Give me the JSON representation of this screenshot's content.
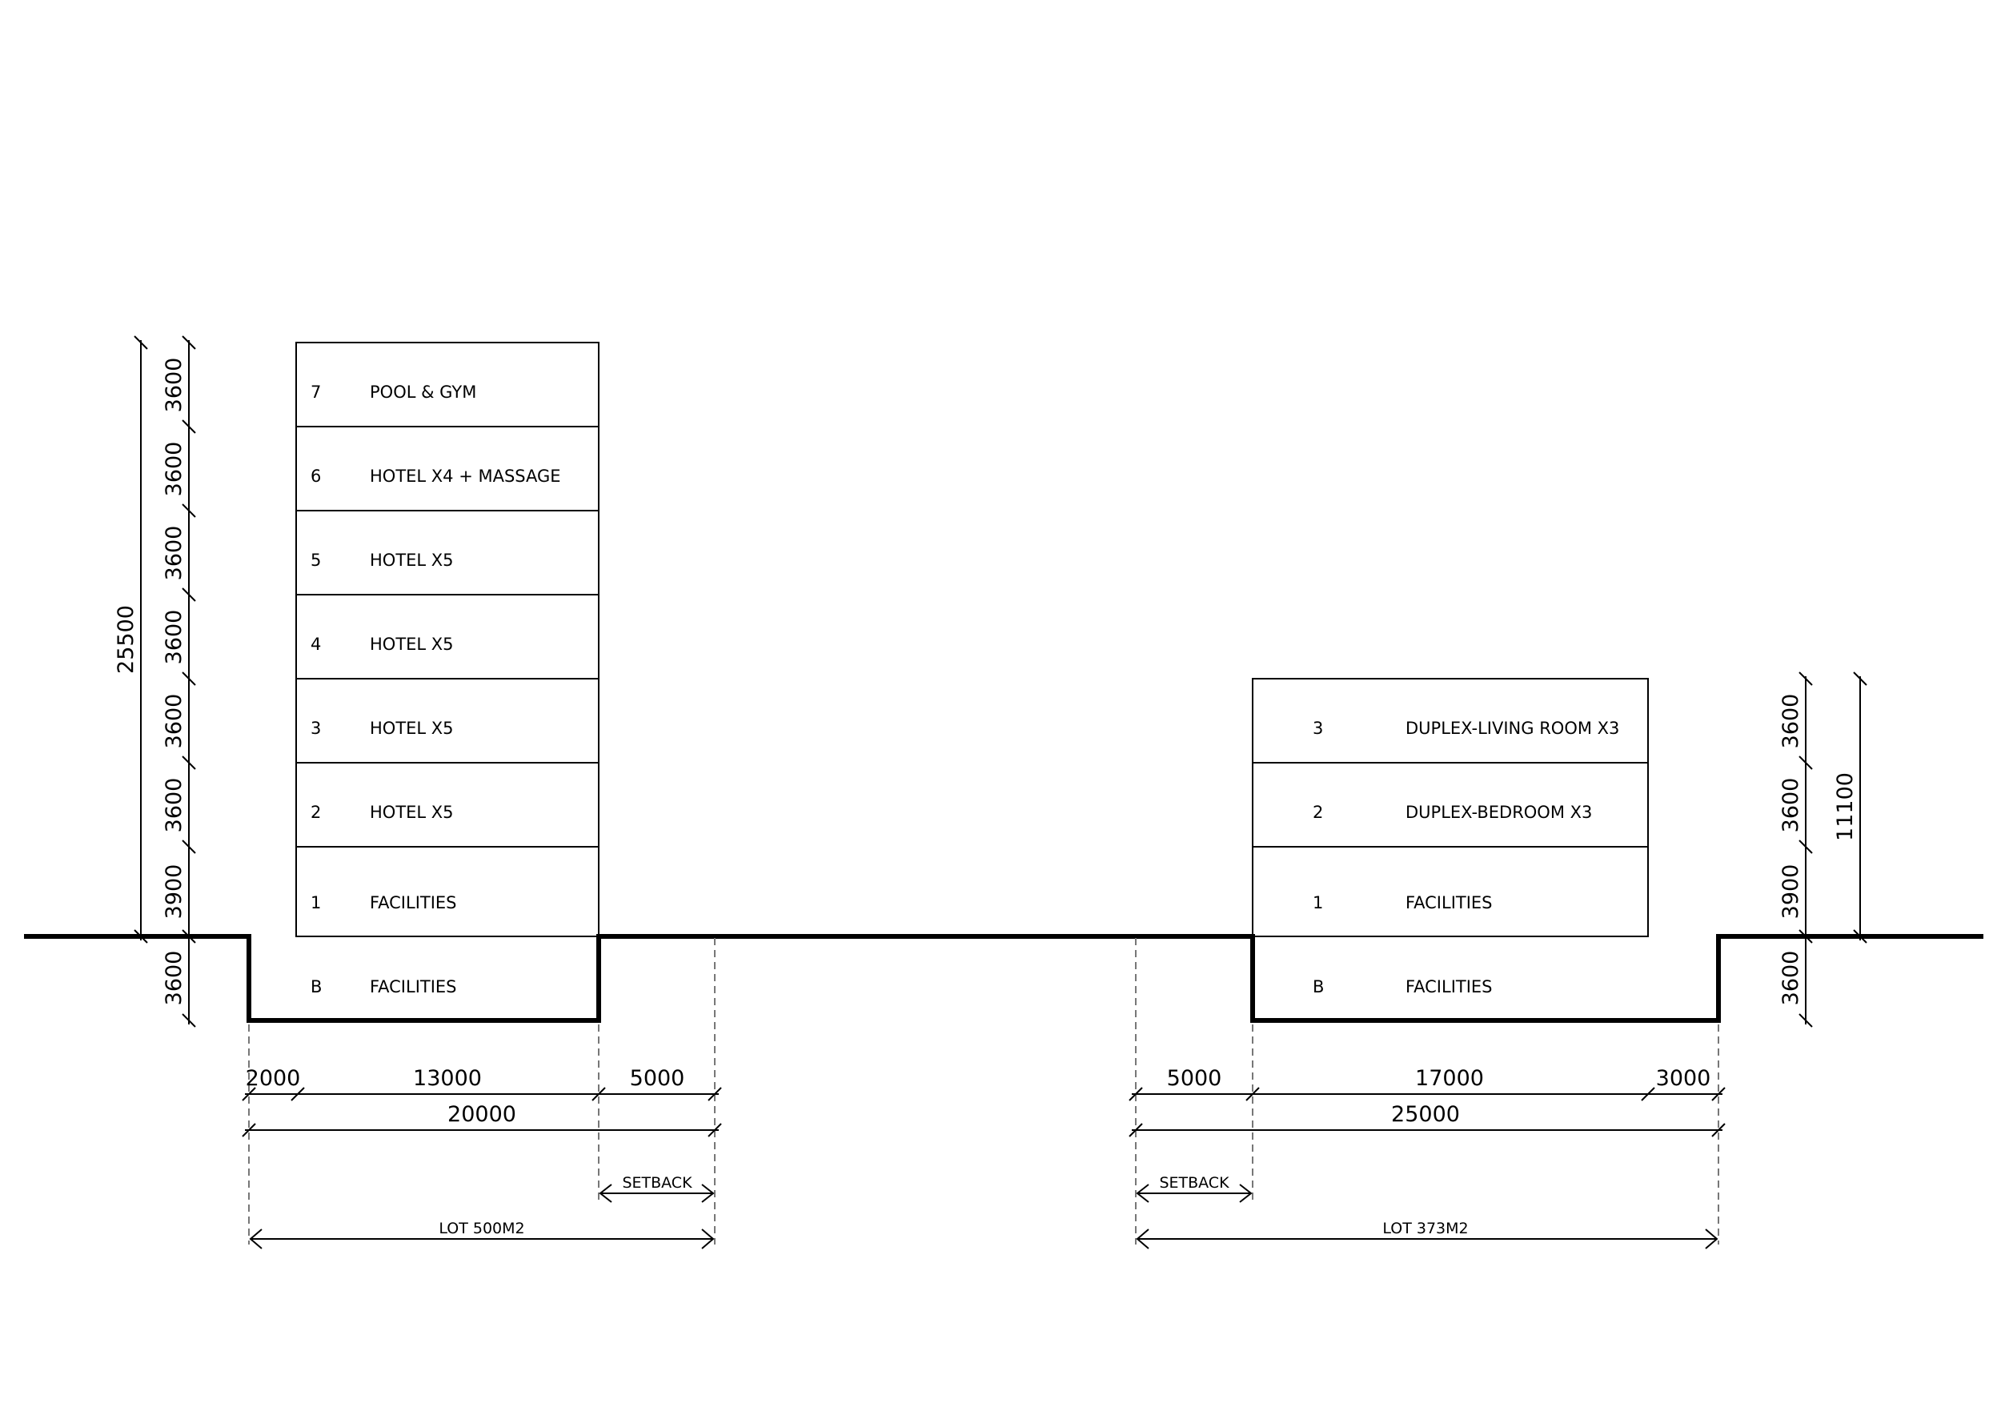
{
  "hotel": {
    "floors": [
      {
        "num": "7",
        "label": "POOL & GYM"
      },
      {
        "num": "6",
        "label": "HOTEL X4 + MASSAGE"
      },
      {
        "num": "5",
        "label": "HOTEL X5"
      },
      {
        "num": "4",
        "label": "HOTEL X5"
      },
      {
        "num": "3",
        "label": "HOTEL X5"
      },
      {
        "num": "2",
        "label": "HOTEL X5"
      },
      {
        "num": "1",
        "label": "FACILITIES"
      },
      {
        "num": "B",
        "label": "FACILITIES"
      }
    ],
    "floor_heights": [
      "3600",
      "3600",
      "3600",
      "3600",
      "3600",
      "3600",
      "3900",
      "3600"
    ],
    "total_height": "25500",
    "widths": {
      "left": "2000",
      "building": "13000",
      "right": "5000",
      "total": "20000"
    },
    "setback": "SETBACK",
    "lot": "LOT 500M2"
  },
  "duplex": {
    "floors": [
      {
        "num": "3",
        "label": "DUPLEX-LIVING ROOM X3"
      },
      {
        "num": "2",
        "label": "DUPLEX-BEDROOM X3"
      },
      {
        "num": "1",
        "label": "FACILITIES"
      },
      {
        "num": "B",
        "label": "FACILITIES"
      }
    ],
    "floor_heights": [
      "3600",
      "3600",
      "3900",
      "3600"
    ],
    "total_height": "11100",
    "widths": {
      "left": "5000",
      "building": "17000",
      "right": "3000",
      "total": "25000"
    },
    "setback": "SETBACK",
    "lot": "LOT 373M2"
  }
}
